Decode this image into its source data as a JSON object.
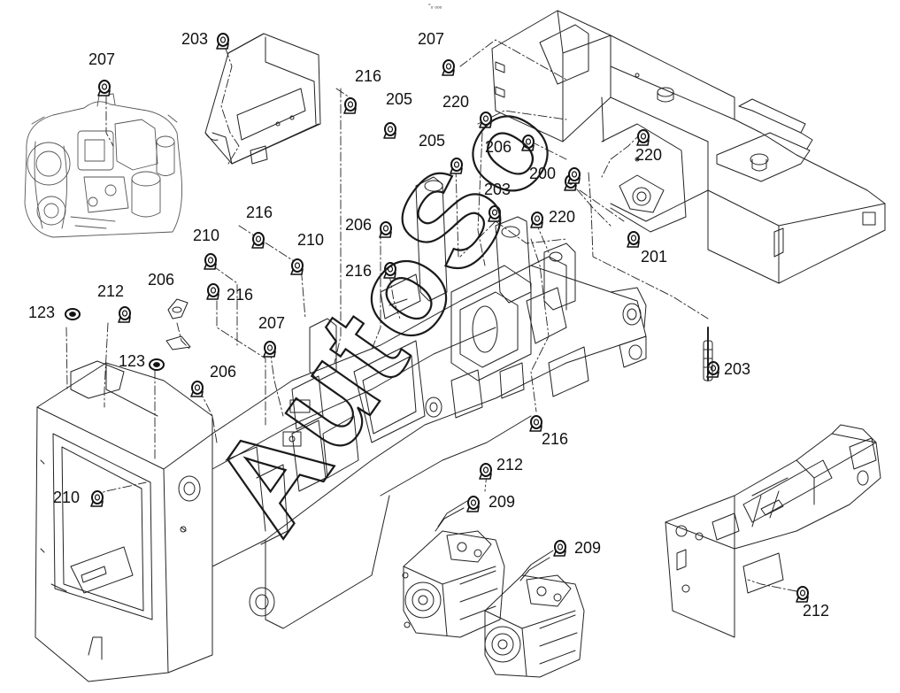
{
  "diagram": {
    "callouts": [
      {
        "id": "c203a",
        "label": "203"
      },
      {
        "id": "c207a",
        "label": "207"
      },
      {
        "id": "c207b",
        "label": "207"
      },
      {
        "id": "c216a",
        "label": "216"
      },
      {
        "id": "c205a",
        "label": "205"
      },
      {
        "id": "c220a",
        "label": "220"
      },
      {
        "id": "c205b",
        "label": "205"
      },
      {
        "id": "c206a",
        "label": "206"
      },
      {
        "id": "c220b",
        "label": "220"
      },
      {
        "id": "c200",
        "label": "200"
      },
      {
        "id": "c203b",
        "label": "203"
      },
      {
        "id": "c220c",
        "label": "220"
      },
      {
        "id": "c201",
        "label": "201"
      },
      {
        "id": "c216b",
        "label": "216"
      },
      {
        "id": "c210a",
        "label": "210"
      },
      {
        "id": "c210b",
        "label": "210"
      },
      {
        "id": "c206b",
        "label": "206"
      },
      {
        "id": "c216c",
        "label": "216"
      },
      {
        "id": "c206c",
        "label": "206"
      },
      {
        "id": "c212a",
        "label": "212"
      },
      {
        "id": "c216d",
        "label": "216"
      },
      {
        "id": "c123a",
        "label": "123"
      },
      {
        "id": "c207c",
        "label": "207"
      },
      {
        "id": "c123b",
        "label": "123"
      },
      {
        "id": "c206d",
        "label": "206"
      },
      {
        "id": "c203c",
        "label": "203"
      },
      {
        "id": "c216e",
        "label": "216"
      },
      {
        "id": "c212b",
        "label": "212"
      },
      {
        "id": "c209a",
        "label": "209"
      },
      {
        "id": "c210c",
        "label": "210"
      },
      {
        "id": "c209b",
        "label": "209"
      },
      {
        "id": "c212c",
        "label": "212"
      }
    ],
    "watermark_text": "AutoSo",
    "tiny_mark": "°ₒ ₒₒₒ"
  },
  "colors": {
    "line": "#222222",
    "label": "#111111",
    "watermark_stroke": "#1a1a1a"
  },
  "icons": {
    "clamp": "p-clamp-icon",
    "cap": "rubber-cap-icon"
  }
}
